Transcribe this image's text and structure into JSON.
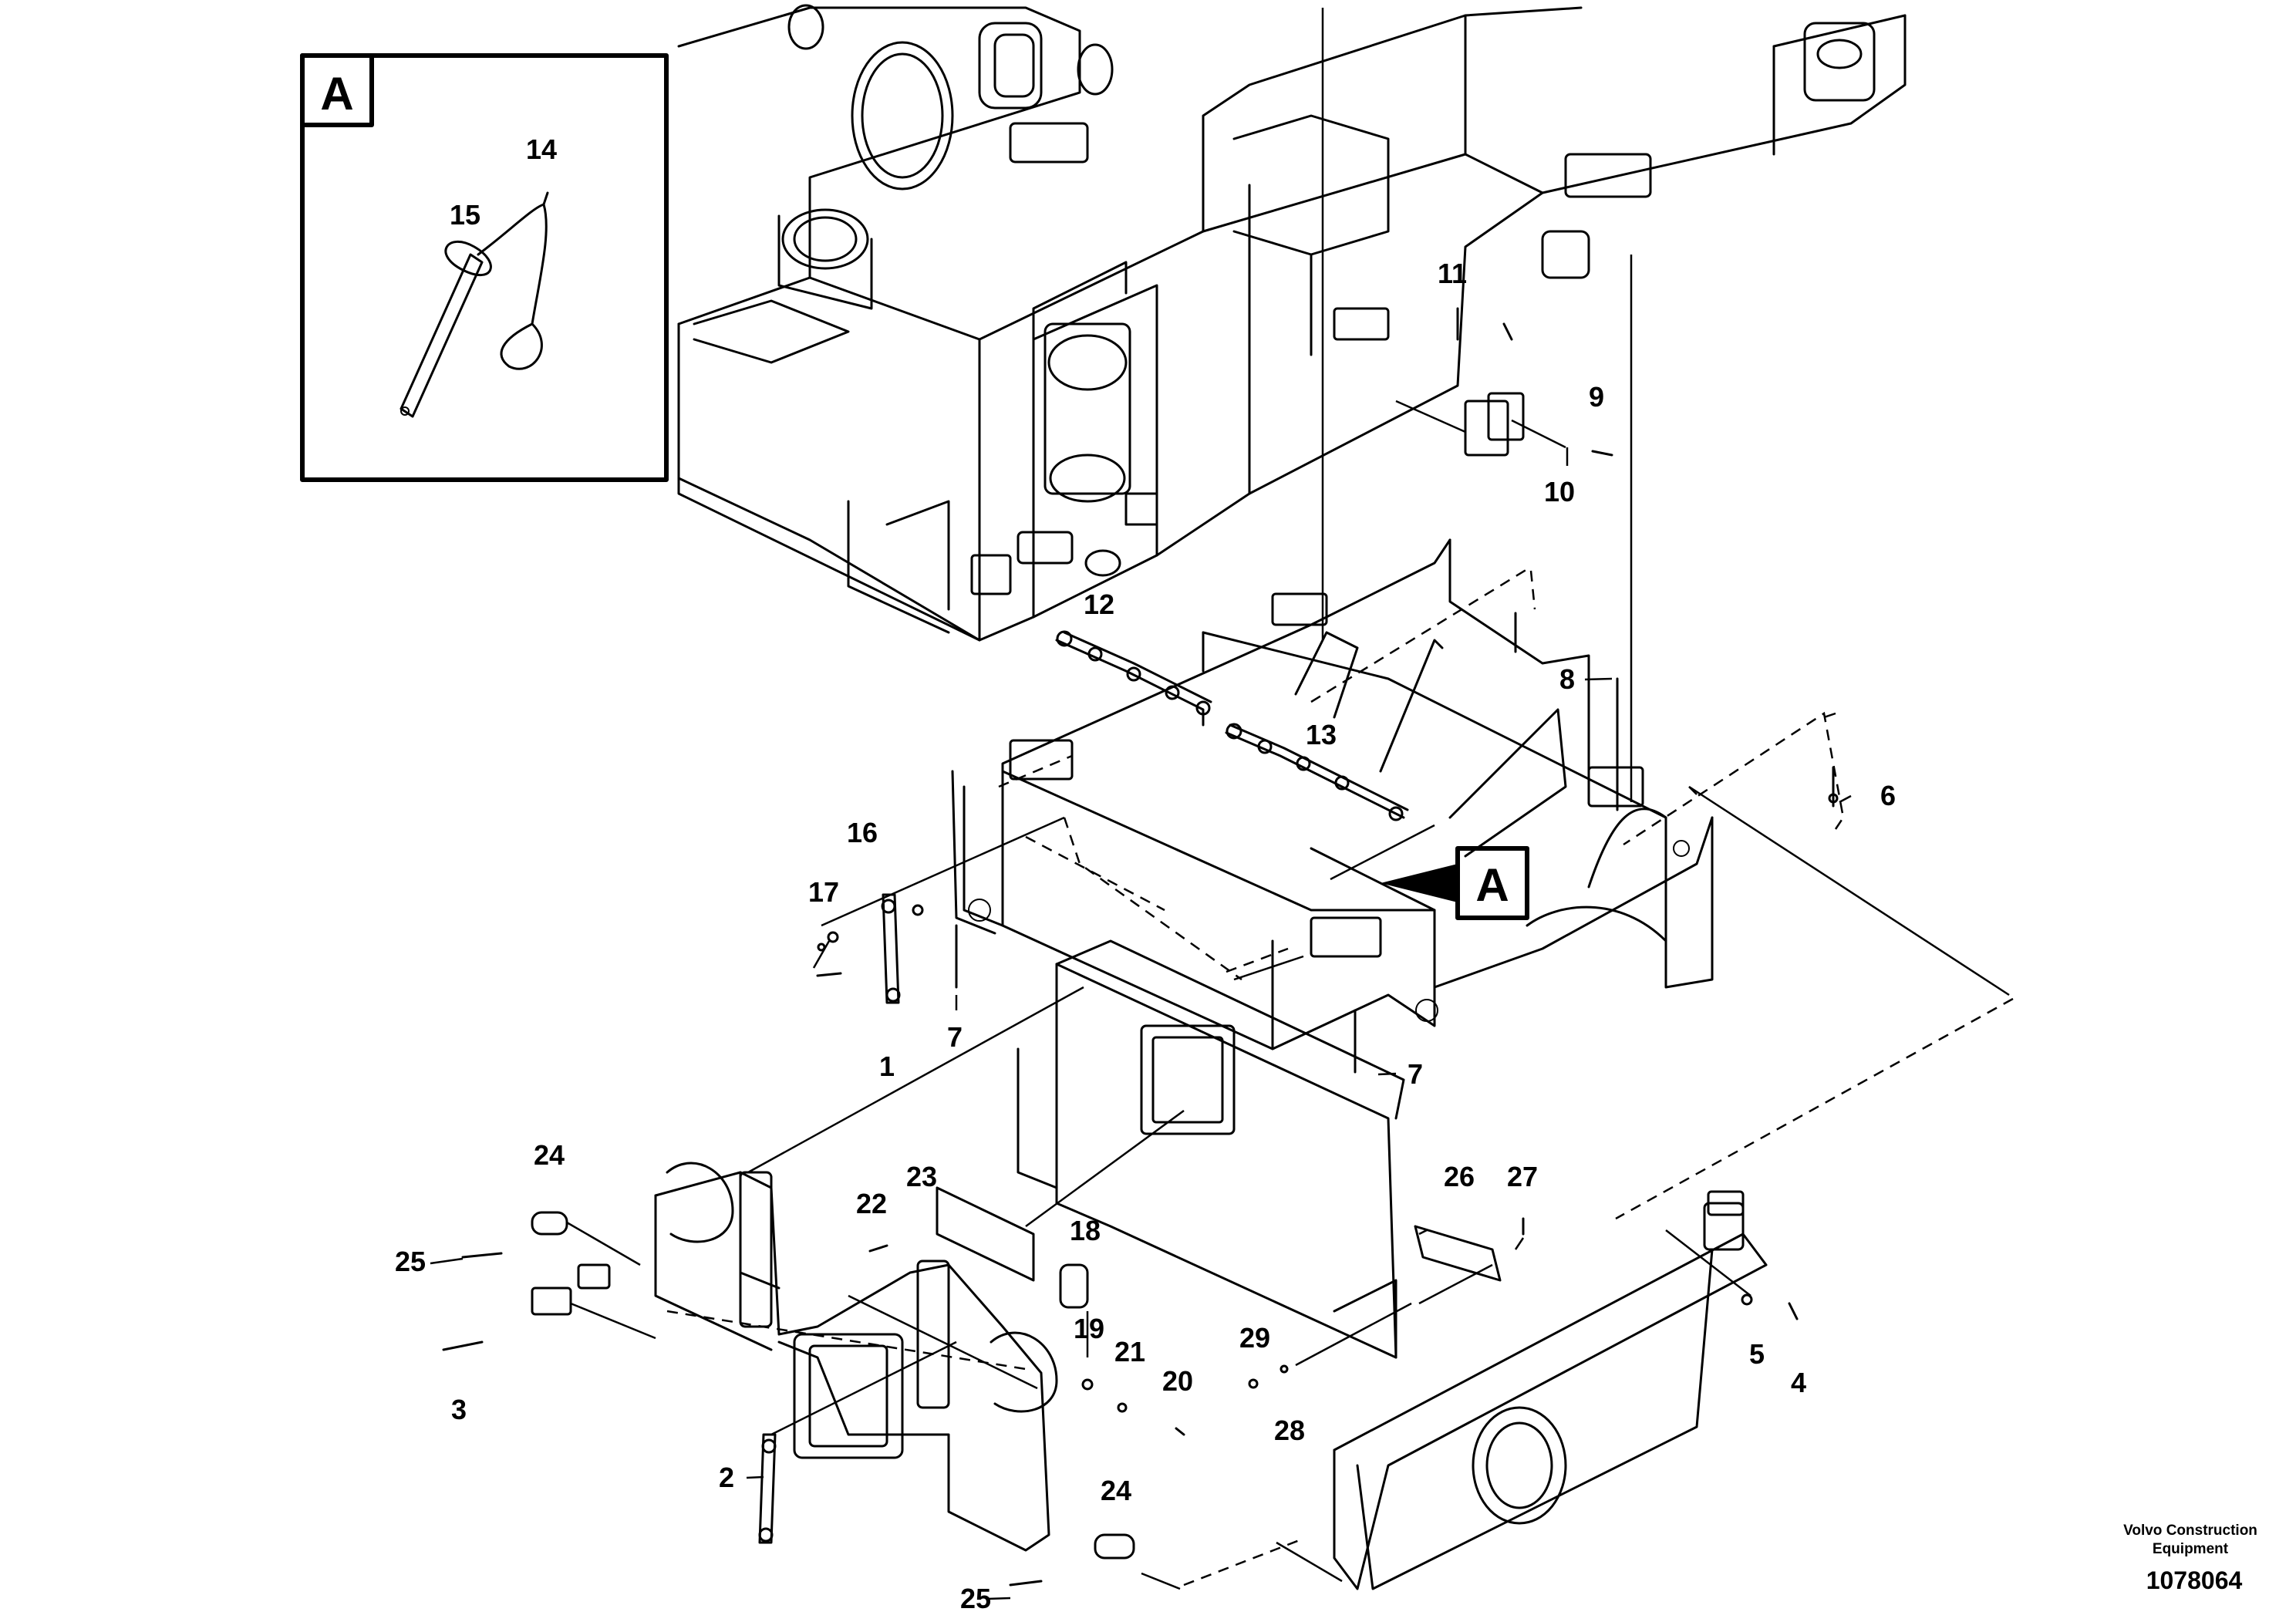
{
  "detail_view": {
    "letter": "A"
  },
  "section_marker": {
    "letter": "A"
  },
  "callouts": [
    "14",
    "15",
    "11",
    "9",
    "10",
    "12",
    "8",
    "13",
    "6",
    "16",
    "17",
    "7",
    "7",
    "1",
    "24",
    "26",
    "27",
    "23",
    "22",
    "18",
    "25",
    "19",
    "21",
    "20",
    "29",
    "5",
    "4",
    "3",
    "28",
    "2",
    "24",
    "25"
  ],
  "footer": {
    "company_line1": "Volvo Construction",
    "company_line2": "Equipment",
    "document_number": "1078064"
  }
}
